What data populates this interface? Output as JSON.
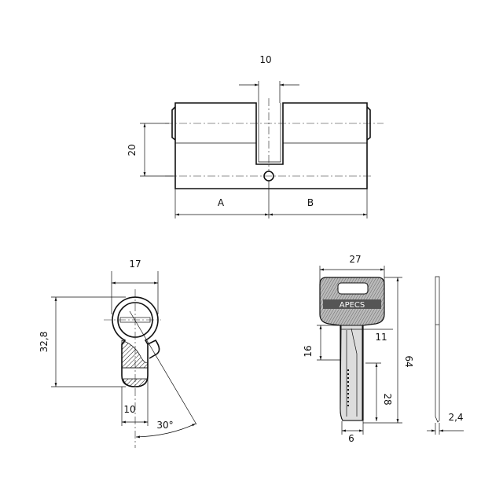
{
  "cylinder_front_view": {
    "dim_cam_width": "10",
    "dim_axis_offset": "20",
    "dim_left_length": "A",
    "dim_right_length": "B"
  },
  "cylinder_profile_view": {
    "dim_width": "17",
    "dim_height": "32,8",
    "dim_bottom_width": "10",
    "dim_cam_angle": "30°"
  },
  "key_view": {
    "brand": "APECS",
    "dim_head_width": "27",
    "dim_total_length": "64",
    "dim_shoulder": "16",
    "dim_blade_width": "11",
    "dim_blade_length": "28",
    "dim_tip_width": "6",
    "dim_thickness": "2,4"
  }
}
